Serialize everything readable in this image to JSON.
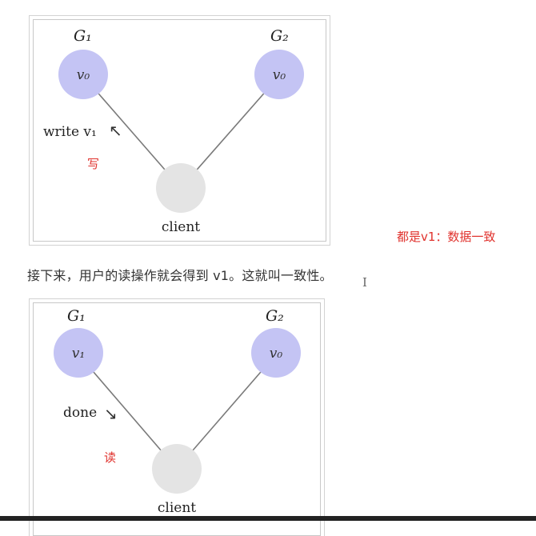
{
  "top_diagram": {
    "left_node_label": "G₁",
    "right_node_label": "G₂",
    "left_node_value": "v₀",
    "right_node_value": "v₀",
    "action_label": "write v₁",
    "action_arrow": "↖",
    "client_label": "client",
    "note": "写"
  },
  "side_note": "都是v1：数据一致",
  "sentence": "接下来，用户的读操作就会得到 v1。这就叫一致性。",
  "cursor_glyph": "I",
  "bottom_diagram": {
    "left_node_label": "G₁",
    "right_node_label": "G₂",
    "left_node_value": "v₁",
    "right_node_value": "v₀",
    "action_label": "done",
    "action_arrow": "↘",
    "client_label": "client",
    "note": "读"
  },
  "colors": {
    "node_fill": "#c4c4f4",
    "client_fill": "#e4e4e4",
    "edge": "#7a7a7a",
    "annotation": "#e0322d"
  }
}
